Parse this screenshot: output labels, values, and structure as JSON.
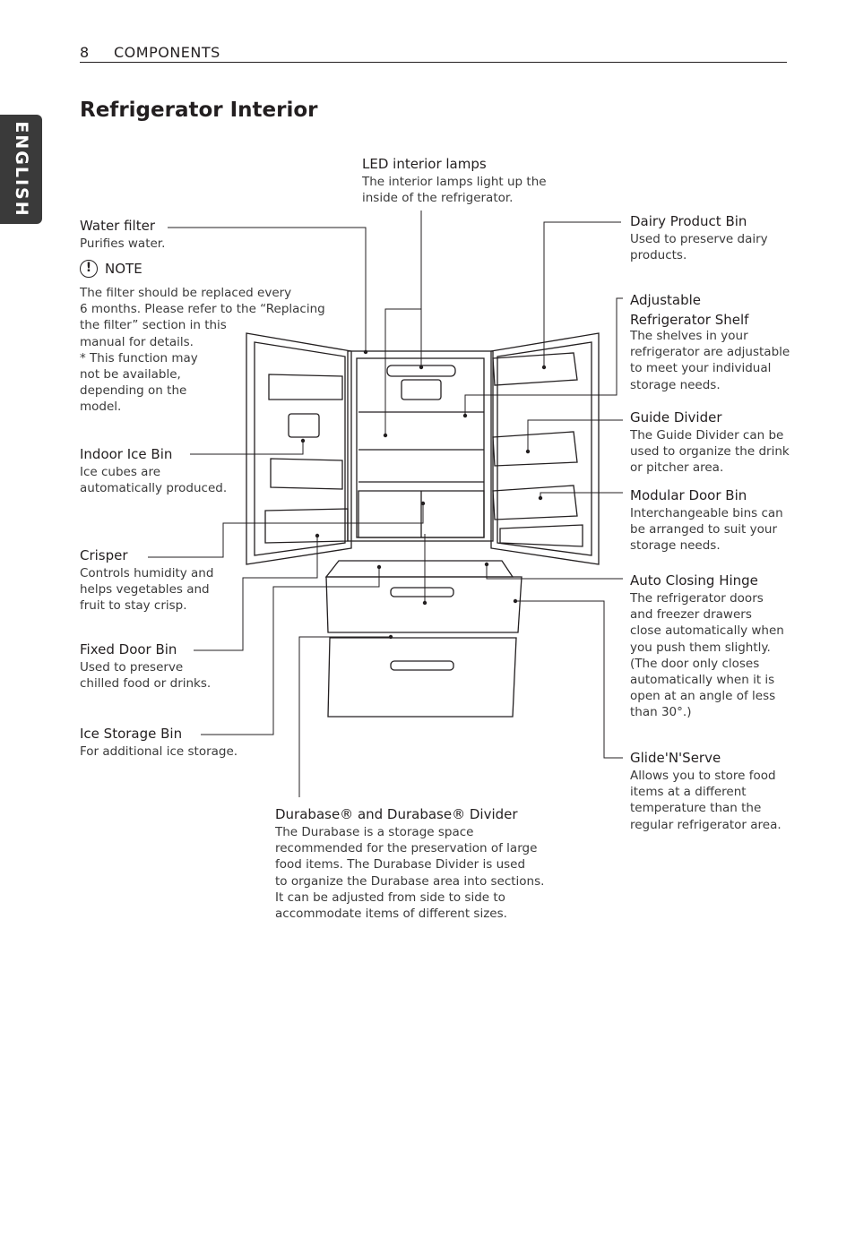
{
  "header": {
    "page_number": "8",
    "section": "COMPONENTS"
  },
  "side_tab": "ENGLISH",
  "title": "Refrigerator Interior",
  "note_label": "NOTE",
  "labels": {
    "led": {
      "title": "LED interior lamps",
      "desc": "The interior lamps light up the\ninside of the refrigerator."
    },
    "water_filter": {
      "title": "Water filter",
      "desc": "Purifies water."
    },
    "note": {
      "desc": "The filter should be replaced every\n6 months. Please refer to the “Replacing\nthe filter” section in this\nmanual for details.\n* This function may\n   not be available,\n   depending on the\n   model."
    },
    "indoor_ice_bin": {
      "title": "Indoor Ice Bin",
      "desc": "Ice cubes are\nautomatically produced."
    },
    "crisper": {
      "title": "Crisper",
      "desc": "Controls humidity and\nhelps vegetables and\nfruit to stay crisp."
    },
    "fixed_door_bin": {
      "title": "Fixed Door Bin",
      "desc": "Used to preserve\nchilled food or drinks."
    },
    "ice_storage_bin": {
      "title": "Ice Storage Bin",
      "desc": "For additional ice storage."
    },
    "durabase": {
      "title": "Durabase® and Durabase® Divider",
      "desc": "The Durabase is a storage space\nrecommended for the preservation of large\nfood items. The Durabase Divider is used\nto organize the Durabase area into sections.\nIt can be adjusted from side to side to\naccommodate items of different sizes."
    },
    "dairy_bin": {
      "title": "Dairy Product Bin",
      "desc": "Used to preserve dairy\nproducts."
    },
    "adjustable_shelf": {
      "title": "Adjustable\nRefrigerator Shelf",
      "desc": "The shelves in your\nrefrigerator are adjustable\nto meet your individual\nstorage needs."
    },
    "guide_divider": {
      "title": "Guide Divider",
      "desc": "The Guide Divider can be\nused to organize the drink\nor pitcher area."
    },
    "modular_bin": {
      "title": "Modular Door Bin",
      "desc": "Interchangeable bins can\nbe arranged to suit your\nstorage needs."
    },
    "auto_hinge": {
      "title": "Auto Closing Hinge",
      "desc": "The refrigerator doors\nand freezer drawers\nclose automatically when\nyou push them slightly.\n(The door only closes\nautomatically when it is\nopen at an angle of less\nthan 30°.)"
    },
    "glide_serve": {
      "title": "Glide'N'Serve",
      "desc": "Allows you to store food\nitems at a different\ntemperature than the\nregular refrigerator area."
    }
  }
}
